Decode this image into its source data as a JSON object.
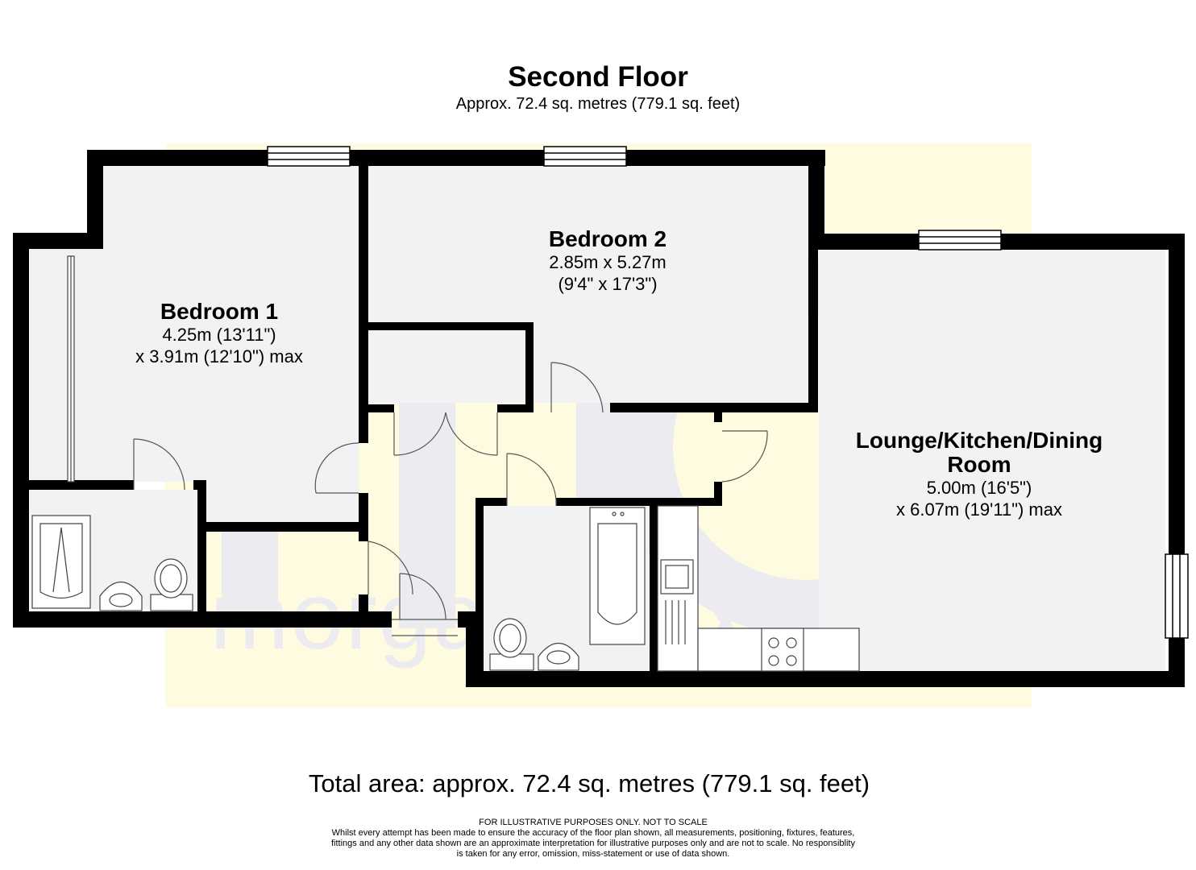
{
  "floor": {
    "title": "Second Floor",
    "area": "Approx. 72.4 sq. metres (779.1 sq. feet)"
  },
  "rooms": {
    "bedroom1": {
      "name": "Bedroom 1",
      "dim1": "4.25m (13'11\")",
      "dim2": "x 3.91m (12'10\") max"
    },
    "bedroom2": {
      "name": "Bedroom 2",
      "dim1": "2.85m x 5.27m",
      "dim2": "(9'4\" x 17'3\")"
    },
    "lounge": {
      "name1": "Lounge/Kitchen/Dining",
      "name2": "Room",
      "dim1": "5.00m (16'5\")",
      "dim2": "x 6.07m (19'11\") max"
    }
  },
  "watermark": {
    "text": "morgan alexander",
    "monogram": "ma"
  },
  "total": "Total area: approx. 72.4 sq. metres (779.1 sq. feet)",
  "disclaimer": {
    "line1": "FOR ILLUSTRATIVE PURPOSES ONLY.  NOT TO SCALE",
    "line2": "Whilst every attempt has been made to ensure the accuracy of the floor plan shown, all measurements, positioning, fixtures, features,",
    "line3": "fittings and any other data shown are an approximate interpretation for illustrative purposes only and are not to scale.  No responsiblity",
    "line4": "is taken for any error, omission, miss-statement or use of data shown."
  },
  "colors": {
    "wall": "#000000",
    "room_fill": "#f2f2f4",
    "watermark_yellow": "#fffbe0",
    "watermark_grey": "#ebebf0"
  }
}
